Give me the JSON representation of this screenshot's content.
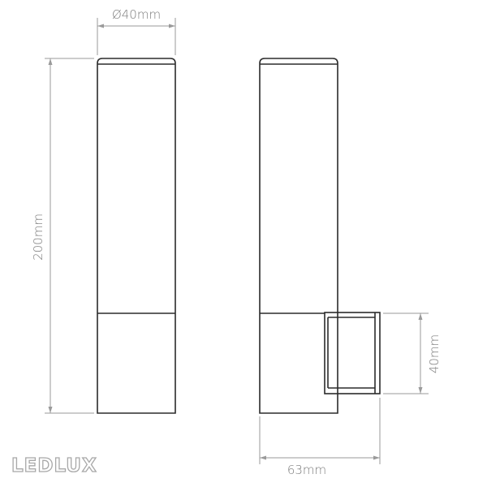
{
  "dimensions": {
    "diameter_label": "Ø40mm",
    "height_label": "200mm",
    "bracket_height_label": "40mm",
    "depth_label": "63mm"
  },
  "logo": {
    "text": "LEDLUX"
  },
  "colors": {
    "outline": "#2b2b2b",
    "dimension_lines": "#9a9a9a",
    "dimension_text": "#7a7a7a",
    "logo_outline": "#a8a8a8"
  }
}
